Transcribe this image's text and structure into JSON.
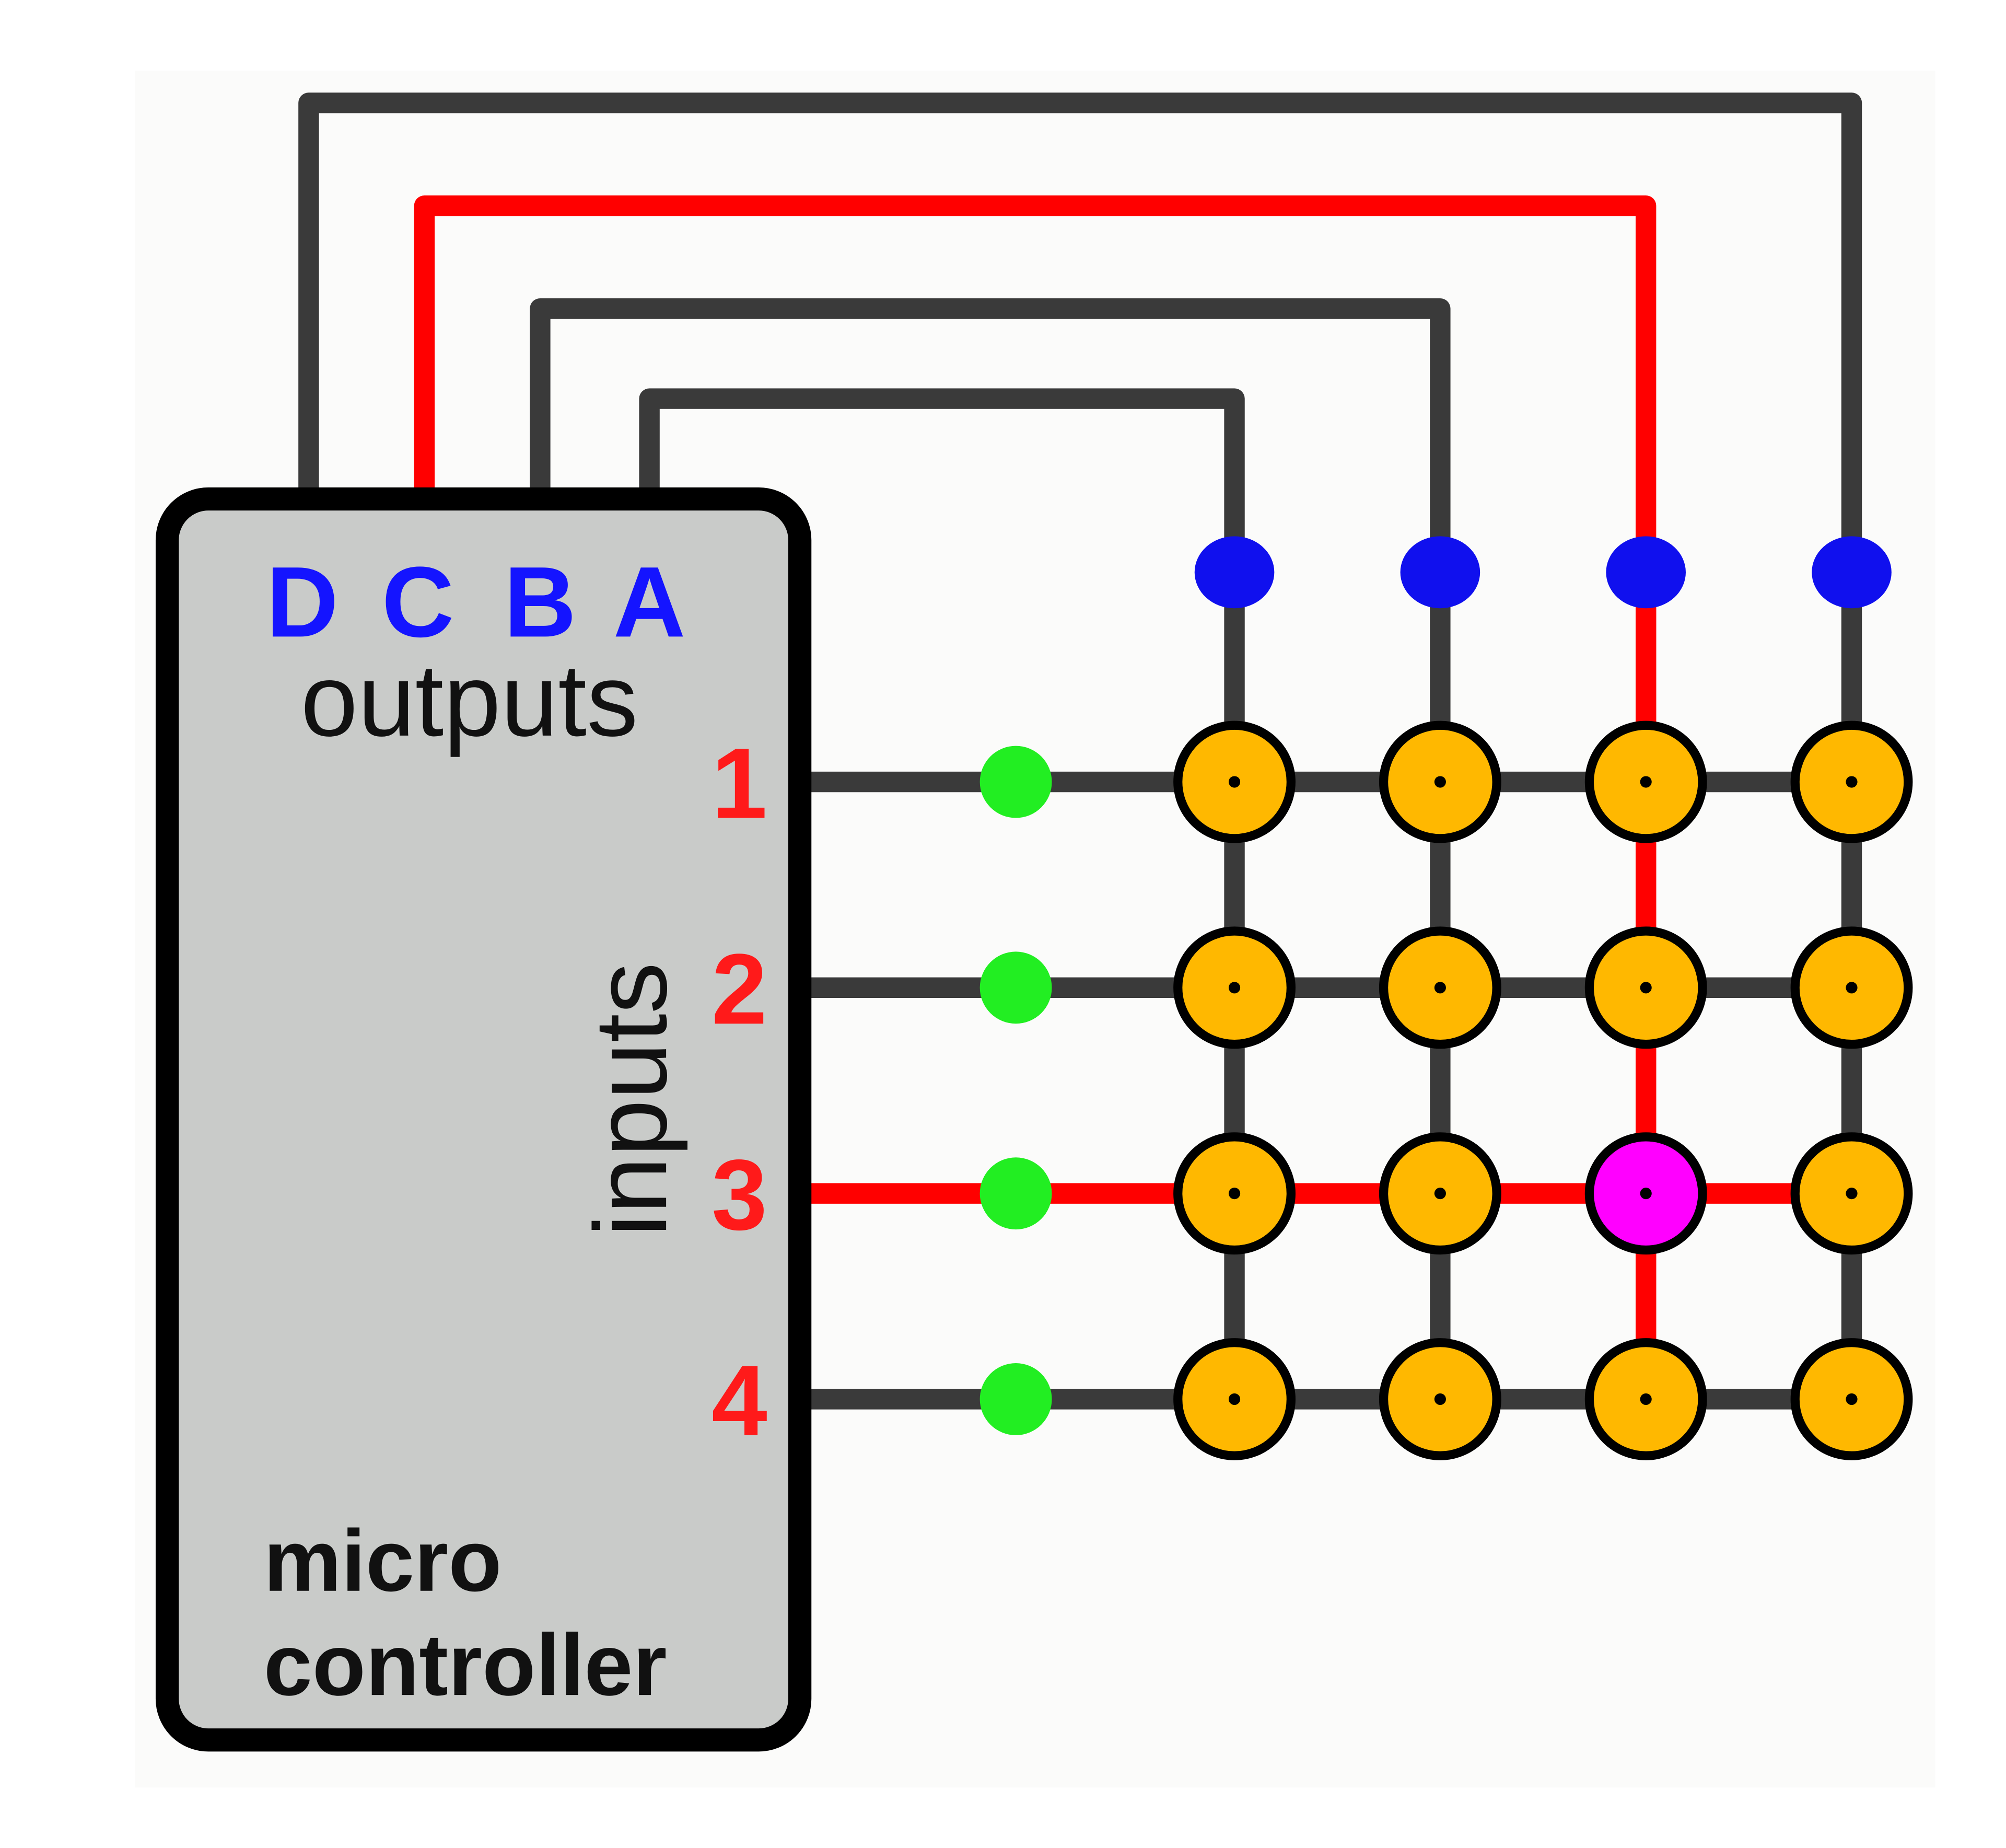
{
  "colors": {
    "wire": "#3a3a3a",
    "active_wire": "#ff0000",
    "output_dot": "#1010ee",
    "input_dot": "#22ee22",
    "key": "#ffb800",
    "pressed_key": "#ff00ff",
    "chip_fill": "#c9cbc9",
    "output_label": "#1414ff",
    "input_label": "#ff1a1a"
  },
  "outputs": {
    "title": "outputs",
    "labels": [
      "D",
      "C",
      "B",
      "A"
    ],
    "active": "C"
  },
  "inputs": {
    "title": "inputs",
    "labels": [
      "1",
      "2",
      "3",
      "4"
    ],
    "active": "3"
  },
  "chip": {
    "line1": "micro",
    "line2": "controller"
  },
  "matrix": {
    "rows": 4,
    "columns": 4,
    "pressed": {
      "row": 3,
      "column": "C"
    }
  }
}
